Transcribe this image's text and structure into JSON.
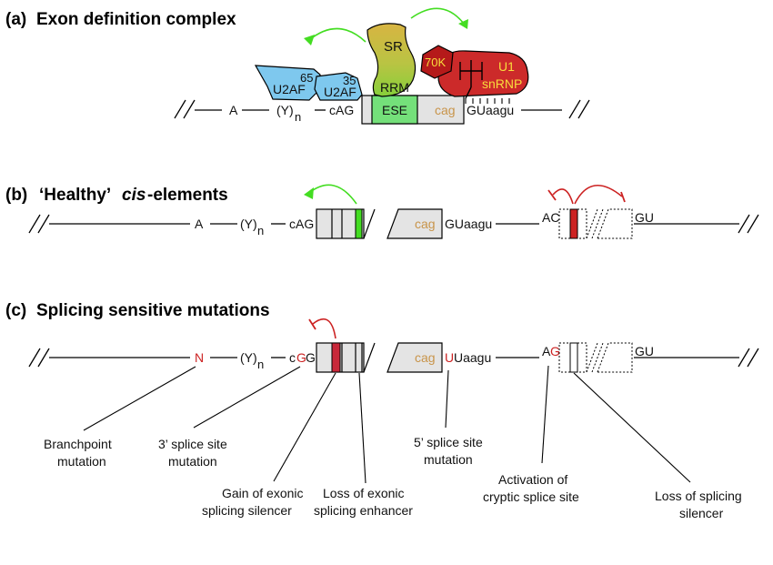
{
  "panel_a": {
    "letter": "(a)",
    "title": "Exon definition complex",
    "seq_A": "A",
    "seq_Y": "(Y)",
    "seq_n": "n",
    "seq_cAG": "cAG",
    "ese": "ESE",
    "cag": "cag",
    "gu": "GUaagu",
    "u2af65_num": "65",
    "u2af65": "U2AF",
    "u2af35_num": "35",
    "u2af35": "U2AF",
    "sr": "SR",
    "rrm": "RRM",
    "k70": "70K",
    "u1": "U1",
    "snrnp": "snRNP"
  },
  "panel_b": {
    "letter": "(b)",
    "title_q1": "‘Healthy’",
    "title_italic": "cis",
    "title_rest": "-elements",
    "seq_A": "A",
    "seq_Y": "(Y)",
    "seq_n": "n",
    "seq_cAG": "cAG",
    "cag": "cag",
    "gu": "GUaagu",
    "ac": "AC",
    "gu2": "GU"
  },
  "panel_c": {
    "letter": "(c)",
    "title": "Splicing sensitive mutations",
    "seq_N": "N",
    "seq_Y": "(Y)",
    "seq_n": "n",
    "seq_c": "c",
    "seq_G": "G",
    "seq_G2": "G",
    "cag": "cag",
    "seq_U": "U",
    "seq_uaagu": "Uaagu",
    "seq_A": "A",
    "seq_G3": "G",
    "gu2": "GU",
    "labels": {
      "branchpoint_1": "Branchpoint",
      "branchpoint_2": "mutation",
      "ss3_1": "3’ splice site",
      "ss3_2": "mutation",
      "gain_1": "Gain of exonic",
      "gain_2": "splicing silencer",
      "loss_1": "Loss of exonic",
      "loss_2": "splicing enhancer",
      "ss5_1": "5’ splice site",
      "ss5_2": "mutation",
      "cryptic_1": "Activation of",
      "cryptic_2": "cryptic splice site",
      "silencer_1": "Loss of splicing",
      "silencer_2": "silencer"
    }
  },
  "colors": {
    "u2af": "#7ec8ee",
    "sr_top": "#d8b545",
    "sr_bottom": "#8ccd3c",
    "ese": "#74e07a",
    "u1": "#cc2a2a",
    "exon_grey": "#e4e4e4",
    "mutation_red": "#cc2222",
    "arrow_green": "#44dd22",
    "cag_tan": "#c8944a"
  }
}
